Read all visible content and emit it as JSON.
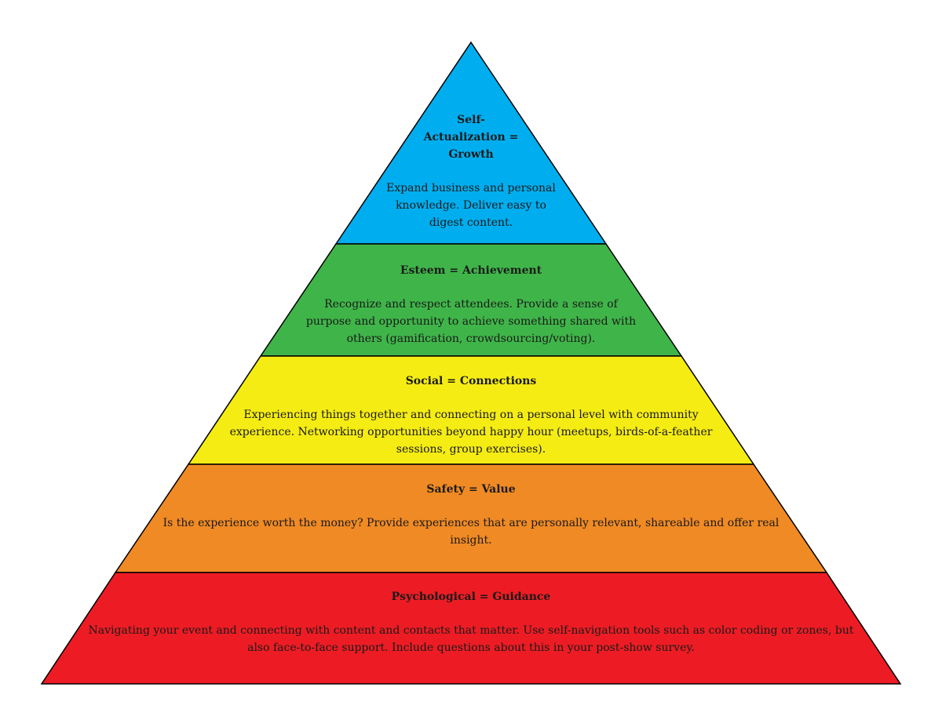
{
  "pyramid": {
    "tiers": [
      {
        "title": "Self-Actualization = Growth",
        "body": "Expand business and personal knowledge. Deliver easy to digest content.",
        "color": "#00AEEF"
      },
      {
        "title": "Esteem = Achievement",
        "body": "Recognize and respect attendees. Provide a sense of purpose and opportunity to achieve something shared with others (gamification, crowdsourcing/voting).",
        "color": "#3FB549"
      },
      {
        "title": "Social = Connections",
        "body": "Experiencing things together and connecting on a personal level with community experience. Networking opportunities beyond happy hour (meetups, birds-of-a-feather sessions, group exercises).",
        "color": "#F5EC14"
      },
      {
        "title": "Safety = Value",
        "body": "Is the experience worth the money? Provide experiences that are personally relevant, shareable and offer real insight.",
        "color": "#F08A24"
      },
      {
        "title": "Psychological = Guidance",
        "body": "Navigating your event and connecting with content and contacts that matter. Use self-navigation tools such as color coding or zones, but also face-to-face support. Include questions about this in your post-show survey.",
        "color": "#ED1C24"
      }
    ]
  }
}
